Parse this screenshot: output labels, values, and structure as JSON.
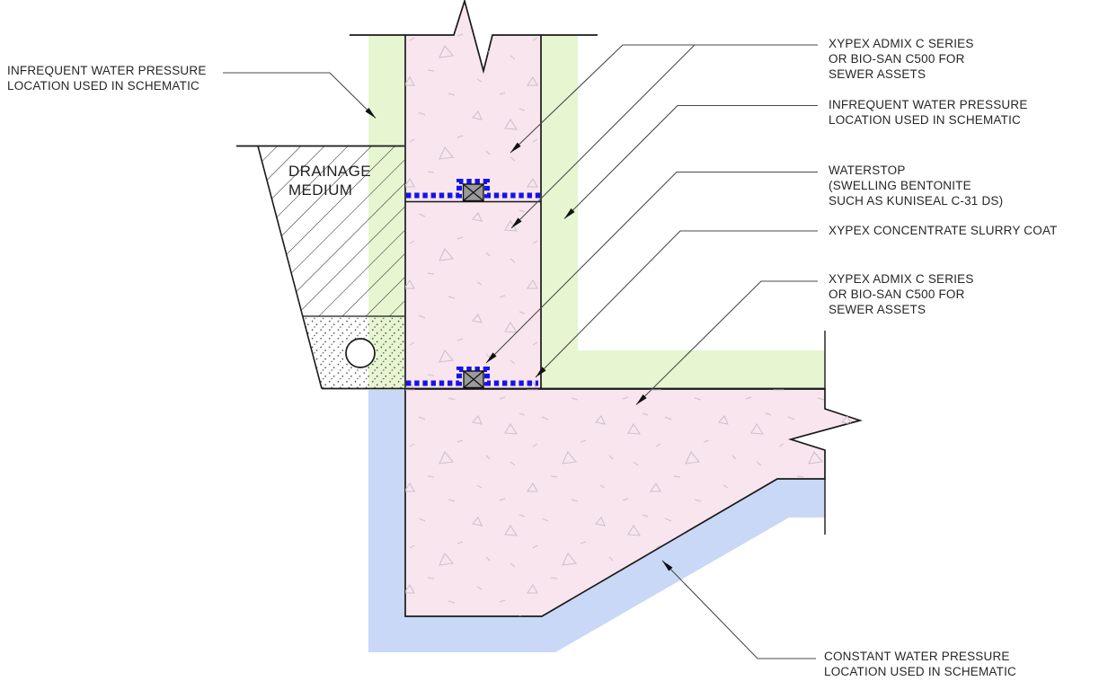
{
  "figure": {
    "type": "waterproofing-detail-schematic",
    "labels": {
      "infrequent_left": "INFREQUENT WATER PRESSURE\nLOCATION USED IN SCHEMATIC",
      "drainage_medium": "DRAINAGE\nMEDIUM",
      "admix_wall": "XYPEX ADMIX C SERIES\nOR BIO-SAN C500 FOR\nSEWER ASSETS",
      "infrequent_right": "INFREQUENT WATER PRESSURE\nLOCATION USED IN SCHEMATIC",
      "waterstop": "WATERSTOP\n(SWELLING BENTONITE\nSUCH AS KUNISEAL C-31 DS)",
      "slurry_coat": "XYPEX CONCENTRATE SLURRY COAT",
      "admix_footing": "XYPEX ADMIX C SERIES\nOR BIO-SAN C500 FOR\nSEWER ASSETS",
      "constant_water": "CONSTANT WATER PRESSURE\nLOCATION USED IN SCHEMATIC"
    },
    "colors": {
      "concrete": "#f8e5ee",
      "coating_green": "#e5f6d1",
      "water_blue": "#c8d8f6",
      "waterstop_dots": "#1414e8",
      "bentonite_block": "#9a9a9a",
      "outline": "#1a1a1a",
      "leader": "#4a4a4a",
      "text": "#262626"
    }
  }
}
